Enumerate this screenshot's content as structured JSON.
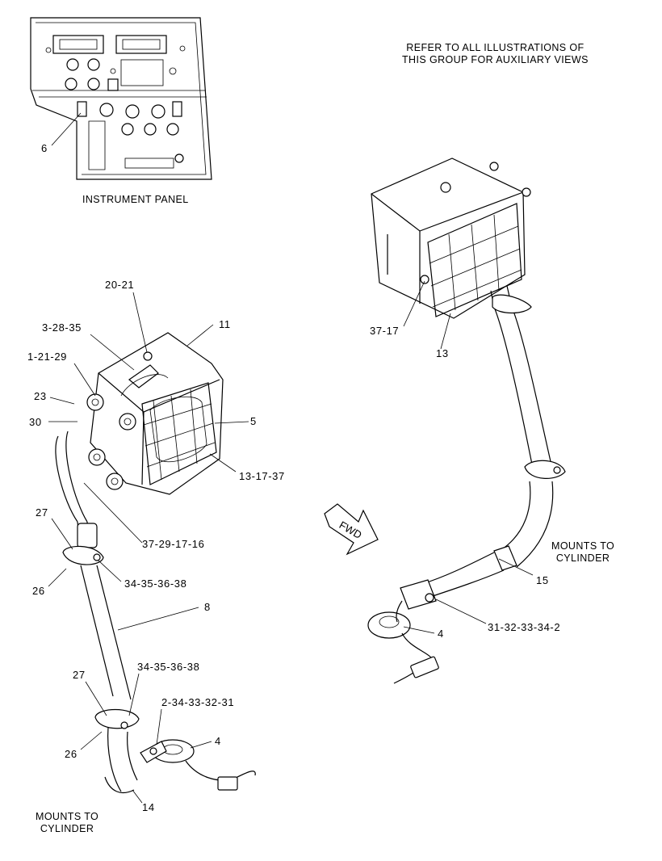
{
  "notes": {
    "refer_line1": "REFER TO ALL ILLUSTRATIONS OF",
    "refer_line2": "THIS GROUP FOR AUXILIARY VIEWS",
    "instrument_panel": "INSTRUMENT PANEL",
    "fwd": "FWD",
    "mounts_left_1": "MOUNTS TO",
    "mounts_left_2": "CYLINDER",
    "mounts_right_1": "MOUNTS TO",
    "mounts_right_2": "CYLINDER"
  },
  "callouts": {
    "c6": "6",
    "c20_21": "20-21",
    "c3_28_35": "3-28-35",
    "c11": "11",
    "c1_21_29": "1-21-29",
    "c23": "23",
    "c30": "30",
    "c5": "5",
    "c13_17_37": "13-17-37",
    "c27a": "27",
    "c37_29_17_16": "37-29-17-16",
    "c26a": "26",
    "c34_35_36_38a": "34-35-36-38",
    "c8": "8",
    "c34_35_36_38b": "34-35-36-38",
    "c27b": "27",
    "c2_34_33_32_31": "2-34-33-32-31",
    "c4a": "4",
    "c26b": "26",
    "c14": "14",
    "c37_17": "37-17",
    "c13": "13",
    "c15": "15",
    "c31_32_33_34_2": "31-32-33-34-2",
    "c4b": "4"
  }
}
